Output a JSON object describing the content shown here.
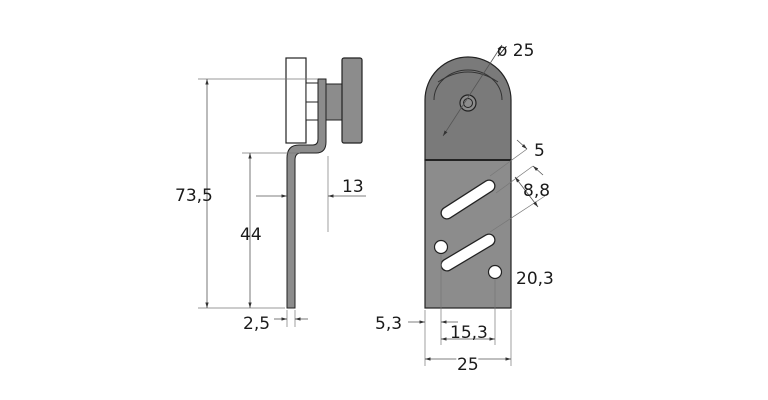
{
  "side_view": {
    "dim_total_height": "73,5",
    "dim_plate_height": "44",
    "dim_offset": "13",
    "dim_thickness": "2,5"
  },
  "front_view": {
    "dim_wheel_diameter": "ø 25",
    "dim_slot_width": "5",
    "dim_slot_spacing": "8,8",
    "dim_hole_spacing_vertical": "20,3",
    "dim_hole_edge_offset": "5,3",
    "dim_hole_spacing_horizontal": "15,3",
    "dim_plate_width": "25"
  },
  "colors": {
    "plate": "#8c8c8c",
    "wheel": "#7a7a7a",
    "outline": "#222222"
  }
}
